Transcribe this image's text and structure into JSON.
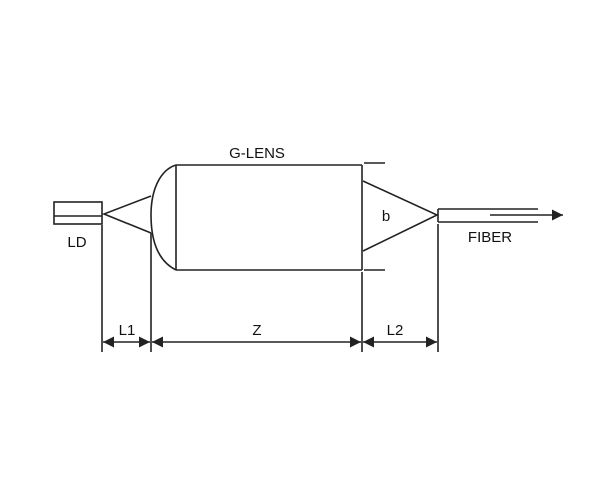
{
  "labels": {
    "glens": "G-LENS",
    "ld": "LD",
    "b": "b",
    "fiber": "FIBER",
    "l1": "L1",
    "z": "Z",
    "l2": "L2"
  },
  "colors": {
    "stroke": "#222222",
    "background": "#ffffff"
  }
}
